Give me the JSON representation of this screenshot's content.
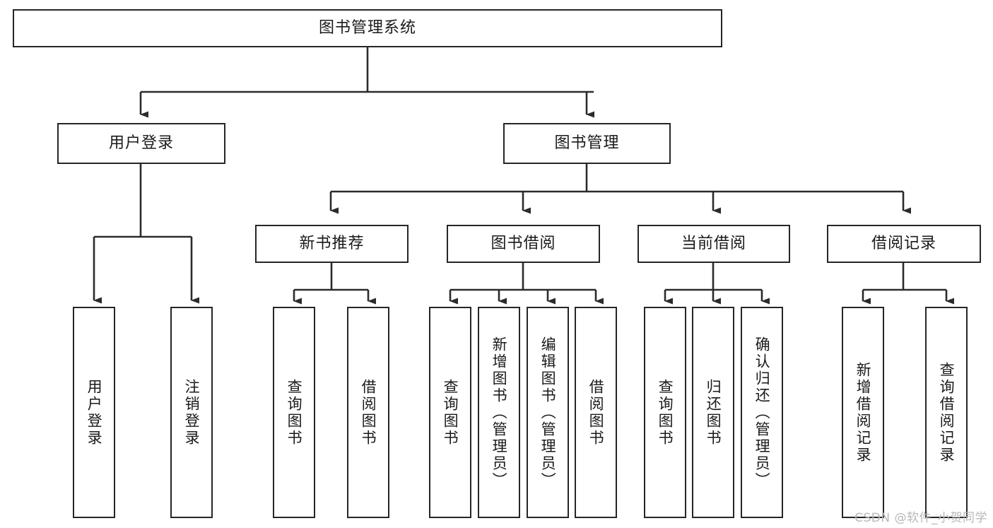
{
  "diagram": {
    "title": "图书管理系统",
    "type": "tree",
    "watermark": "CSDN @软件_小贺同学",
    "nodes": {
      "root": {
        "label": "图书管理系统"
      },
      "level2": [
        {
          "id": "user-login",
          "label": "用户登录"
        },
        {
          "id": "book-manage",
          "label": "图书管理"
        }
      ],
      "level3": [
        {
          "id": "new-book-recommend",
          "label": "新书推荐"
        },
        {
          "id": "book-borrow",
          "label": "图书借阅"
        },
        {
          "id": "current-borrow",
          "label": "当前借阅"
        },
        {
          "id": "borrow-record",
          "label": "借阅记录"
        }
      ],
      "leaves": {
        "user_login": [
          {
            "id": "leaf-user-login",
            "label": "用户登录"
          },
          {
            "id": "leaf-user-logout",
            "label": "注销登录"
          }
        ],
        "new_book_recommend": [
          {
            "id": "leaf-query-book-1",
            "label": "查询图书"
          },
          {
            "id": "leaf-borrow-book-1",
            "label": "借阅图书"
          }
        ],
        "book_borrow": [
          {
            "id": "leaf-query-book-2",
            "label": "查询图书"
          },
          {
            "id": "leaf-add-book",
            "label": "新增图书（管理员）"
          },
          {
            "id": "leaf-edit-book",
            "label": "编辑图书（管理员）"
          },
          {
            "id": "leaf-borrow-book-2",
            "label": "借阅图书"
          }
        ],
        "current_borrow": [
          {
            "id": "leaf-query-book-3",
            "label": "查询图书"
          },
          {
            "id": "leaf-return-book",
            "label": "归还图书"
          },
          {
            "id": "leaf-confirm-return",
            "label": "确认归还（管理员）"
          }
        ],
        "borrow_record": [
          {
            "id": "leaf-add-record",
            "label": "新增借阅记录"
          },
          {
            "id": "leaf-query-record",
            "label": "查询借阅记录"
          }
        ]
      }
    },
    "colors": {
      "border": "#262626",
      "text": "#1a1a1a",
      "background": "#ffffff",
      "connector": "#2b2b2b",
      "watermark": "#b8b8b8"
    }
  }
}
